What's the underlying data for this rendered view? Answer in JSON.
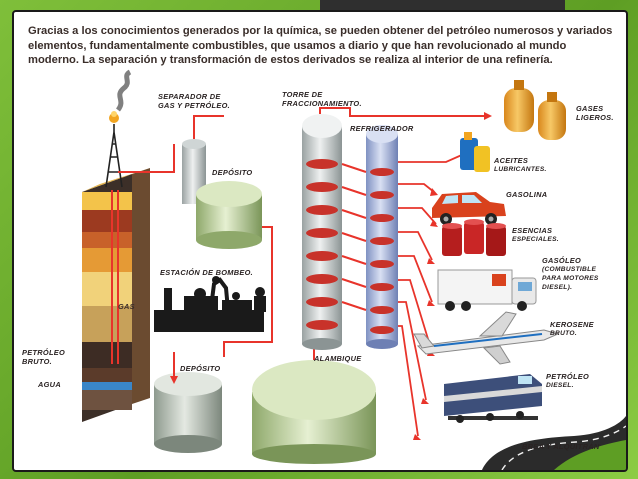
{
  "intro_text": "Gracias a los conocimientos generados por la química, se pueden obtener del petróleo numerosos y variados elementos, fundamentalmente combustibles, que usamos a diario y que han revolucionado al mundo moderno. La separación y transformación de estos derivados se realiza al interior de una refinería.",
  "labels": {
    "separador_1": "Separador de",
    "separador_2": "gas y petróleo.",
    "deposito_top": "Depósito",
    "torre_1": "Torre de",
    "torre_2": "fraccionamiento.",
    "refrigerador": "Refrigerador",
    "gases_1": "Gases",
    "gases_2": "ligeros.",
    "aceites_1": "Aceites",
    "aceites_2": "lubricantes.",
    "gasolina": "Gasolina",
    "esencias_1": "Esencias",
    "esencias_2": "especiales.",
    "gasoleo_1": "Gasóleo",
    "gasoleo_2": "(combustible",
    "gasoleo_3": "para motores",
    "gasoleo_4": "diesel).",
    "kerosene_1": "Kerosene",
    "kerosene_2": "bruto.",
    "petroleo_diesel_1": "Petróleo",
    "petroleo_diesel_2": "diesel.",
    "brea": "Brea y alquitrán",
    "estacion": "Estación de bombeo.",
    "gas": "Gas",
    "petroleo_bruto_1": "Petróleo",
    "petroleo_bruto_2": "bruto.",
    "agua": "Agua",
    "deposito_bottom": "Depósito",
    "alambique": "Alambique"
  },
  "colors": {
    "pipe": "#e8342b",
    "column_fill": "#d7dcdc",
    "tank_green": "#c4d9a0",
    "coil": "#9fb0d8",
    "text": "#3a2e2a"
  }
}
